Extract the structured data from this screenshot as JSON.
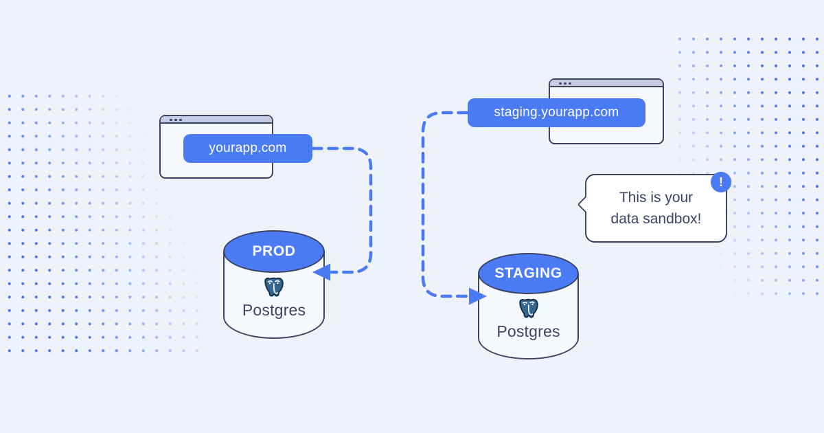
{
  "colors": {
    "background": "#edf2fb",
    "accent_blue": "#4b7af5",
    "outline_navy": "#3c4466",
    "titlebar_gray": "#c3cce1",
    "window_bg": "#f6f9fd",
    "dot_grid_blue": "#4a73e8",
    "postgres_logo_blue": "#336791",
    "text_dark": "#3d4566",
    "bubble_bg": "#ffffff"
  },
  "prod_flow": {
    "browser_label": "yourapp.com",
    "database": {
      "env": "PROD",
      "engine": "Postgres"
    }
  },
  "staging_flow": {
    "browser_label": "staging.yourapp.com",
    "database": {
      "env": "STAGING",
      "engine": "Postgres"
    }
  },
  "callout": {
    "text_line1": "This is your",
    "text_line2": "data sandbox!",
    "badge": "!"
  },
  "icons": {
    "window_controls": "three-dots",
    "database_engine": "postgresql-elephant",
    "callout_badge": "exclamation-mark"
  }
}
